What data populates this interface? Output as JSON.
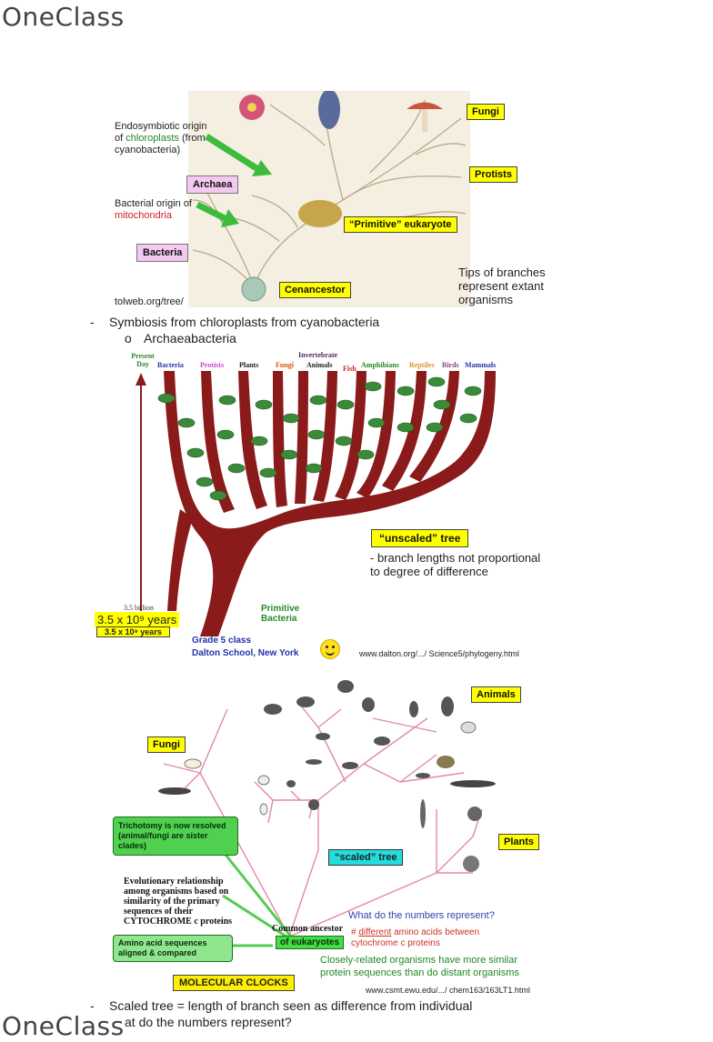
{
  "header": {
    "logo_text": "OneClass"
  },
  "footer": {
    "logo_text": "OneClass"
  },
  "figure1": {
    "labels": {
      "fungi": "Fungi",
      "protists": "Protists",
      "archaea": "Archaea",
      "bacteria": "Bacteria",
      "primitive_eukaryote": "“Primitive” eukaryote",
      "cenancestor": "Cenancestor"
    },
    "endosymbiotic_line1": "Endosymbiotic origin",
    "endosymbiotic_prefix": "of ",
    "chloroplasts": "chloroplasts",
    "endosymbiotic_suffix": " (from",
    "endosymbiotic_line3": "cyanobacteria)",
    "bacterial_origin": "Bacterial origin of",
    "mitochondria": "mitochondria",
    "tips_note_1": "Tips of branches",
    "tips_note_2": "represent extant",
    "tips_note_3": "organisms",
    "source": "tolweb.org/tree/"
  },
  "bullets": {
    "b1_marker": "-",
    "b1": "Symbiosis from chloroplasts from cyanobacteria",
    "b2_marker": "o",
    "b2": "Archaeabacteria",
    "b3_marker": "-",
    "b3": "Scaled tree = length of branch seen as difference from individual",
    "b4": "at do the numbers represent?"
  },
  "figure2": {
    "present": "Present",
    "day": "Day",
    "top_labels": [
      "Bacteria",
      "Protists",
      "Plants",
      "Fungi",
      "Animals",
      "Fish",
      "Amphibians",
      "Reptiles",
      "Birds",
      "Mammals"
    ],
    "invertebrate": "Invertebrate",
    "unscaled_box": "“unscaled” tree",
    "unscaled_note_1": "- branch lengths not proportional",
    "unscaled_note_2": "to degree of difference",
    "billion": "3.5 billion",
    "years_label": "3.5 x 10⁹ years",
    "years_box": "3.5 x 10⁹ years",
    "primitive": "Primitive",
    "primitive_bacteria": "Bacteria",
    "grade": "Grade 5 class",
    "school": "Dalton School, New York",
    "source": "www.dalton.org/.../ Science5/phylogeny.html"
  },
  "figure3": {
    "animals": "Animals",
    "fungi": "Fungi",
    "plants": "Plants",
    "scaled": "“scaled” tree",
    "trichotomy": "Trichotomy is now resolved (animal/fungi are sister clades)",
    "evo_1": "Evolutionary relationship",
    "evo_2": "among organisms based on",
    "evo_3": "similarity of the primary",
    "evo_4": "sequences of their",
    "evo_5": "CYTOCHROME c proteins",
    "amino_box": "Amino acid sequences aligned & compared",
    "common_ancestor": "Common ancestor",
    "of_eukaryotes": "of eukaryotes",
    "question": "What do the numbers represent?",
    "answer_hash": "# ",
    "answer_different": "different",
    "answer_rest": " amino acids between",
    "answer_2": "cytochrome c proteins",
    "closely_1": "Closely-related organisms have more similar",
    "closely_2": "protein sequences than do distant organisms",
    "molecular": "MOLECULAR CLOCKS",
    "source": "www.csmt.ewu.edu/.../ chem163/163LT1.html"
  }
}
